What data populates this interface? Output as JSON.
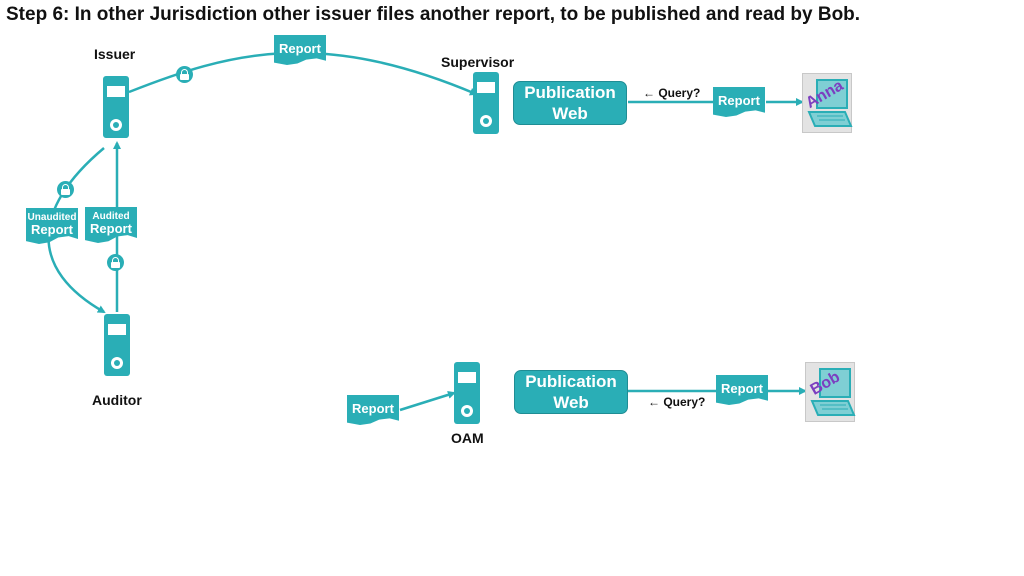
{
  "title": "Step 6: In other Jurisdiction other issuer files another report, to be published and read by Bob.",
  "labels": {
    "issuer": "Issuer",
    "supervisor": "Supervisor",
    "auditor": "Auditor",
    "oam": "OAM"
  },
  "documents": {
    "report_top": "Report",
    "report_supervisor": "Report",
    "unaudited_sub": "Unaudited",
    "unaudited_main": "Report",
    "audited_sub": "Audited",
    "audited_main": "Report",
    "report_oam_in": "Report",
    "report_bob": "Report"
  },
  "publication_web": {
    "top_line1": "Publication",
    "top_line2": "Web",
    "bottom_line1": "Publication",
    "bottom_line2": "Web"
  },
  "queries": {
    "top": "← Query?",
    "bottom": "← Query?"
  },
  "users": {
    "anna": "Anna",
    "bob": "Bob"
  },
  "colors": {
    "accent": "#2aaeb6",
    "user_name": "#7c3fc0"
  }
}
